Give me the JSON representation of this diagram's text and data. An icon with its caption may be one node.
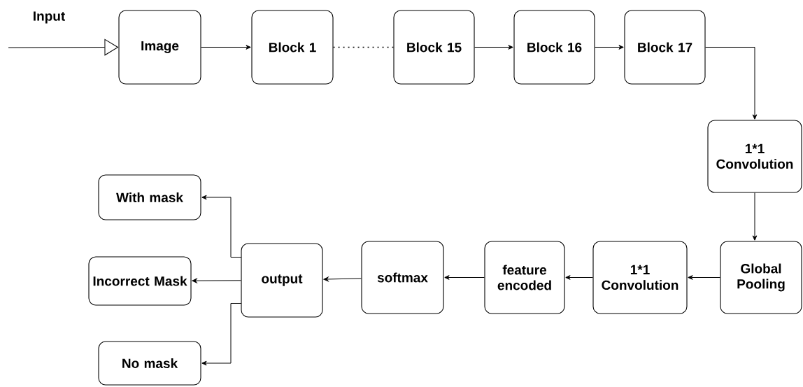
{
  "diagram": {
    "nodes": [
      {
        "text": [
          "Image"
        ]
      },
      {
        "text": [
          "Block 1"
        ]
      },
      {
        "text": [
          "Block 15"
        ]
      },
      {
        "text": [
          "Block 16"
        ]
      },
      {
        "text": [
          "Block 17"
        ]
      },
      {
        "text": [
          "1*1 Convolution"
        ]
      },
      {
        "text": [
          "Global Pooling"
        ]
      },
      {
        "text": [
          "1*1 Convolution"
        ]
      },
      {
        "text": [
          "feature encoded"
        ]
      },
      {
        "text": [
          "softmax"
        ]
      },
      {
        "text": [
          "output"
        ]
      },
      {
        "text": [
          "With mask"
        ]
      },
      {
        "text": [
          "Incorrect Mask"
        ]
      },
      {
        "text": [
          "No mask"
        ]
      }
    ],
    "edges": [
      {
        "from": null,
        "to": 0,
        "arrow": "to",
        "label": "Input"
      },
      {
        "from": 0,
        "to": 1,
        "arrow": "to"
      },
      {
        "from": 1,
        "to": 2,
        "arrow": "none",
        "style": "dashed"
      },
      {
        "from": 2,
        "to": 3,
        "arrow": "to"
      },
      {
        "from": 3,
        "to": 4,
        "arrow": "to"
      },
      {
        "from": 4,
        "to": 5,
        "arrow": "to"
      },
      {
        "from": 5,
        "to": 6,
        "arrow": "to"
      },
      {
        "from": 6,
        "to": 7,
        "arrow": "to"
      },
      {
        "from": 7,
        "to": 8,
        "arrow": "to"
      },
      {
        "from": 8,
        "to": 9,
        "arrow": "to"
      },
      {
        "from": 9,
        "to": 10,
        "arrow": "to"
      },
      {
        "from": 10,
        "to": 11,
        "arrow": "to"
      },
      {
        "from": 10,
        "to": 12,
        "arrow": "to"
      },
      {
        "from": 10,
        "to": 13,
        "arrow": "to"
      }
    ]
  }
}
